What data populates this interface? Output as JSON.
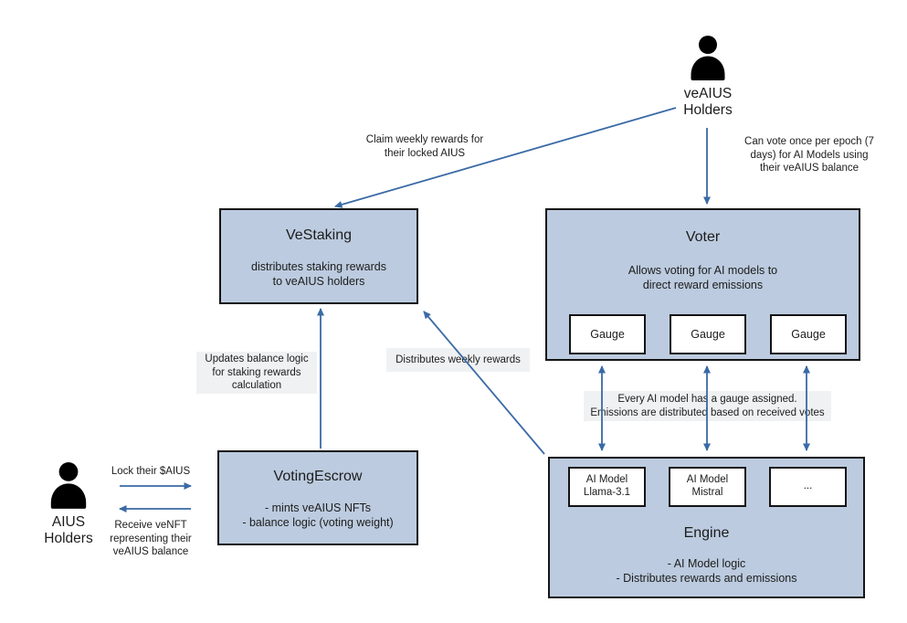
{
  "colors": {
    "box_fill": "#bccbdf",
    "box_border": "#141414",
    "arrow": "#3a6aa5",
    "label_bg": "#f0f1f3",
    "text": "#1c1c1c"
  },
  "actors": {
    "veaius_holders": {
      "label": "veAIUS\nHolders"
    },
    "aius_holders": {
      "label": "AIUS\nHolders"
    }
  },
  "boxes": {
    "vestaking": {
      "title": "VeStaking",
      "body": "distributes staking rewards\nto veAIUS holders"
    },
    "voter": {
      "title": "Voter",
      "body": "Allows voting for AI models to\ndirect reward emissions",
      "gauges": [
        "Gauge",
        "Gauge",
        "Gauge"
      ]
    },
    "votingescrow": {
      "title": "VotingEscrow",
      "body": "- mints veAIUS NFTs\n- balance logic (voting weight)"
    },
    "engine": {
      "title": "Engine",
      "body": "- AI Model logic\n- Distributes rewards and emissions",
      "models": [
        "AI Model\nLlama-3.1",
        "AI Model\nMistral",
        "..."
      ]
    }
  },
  "labels": {
    "claim_rewards": "Claim weekly rewards for\ntheir locked AIUS",
    "can_vote": "Can vote once per epoch (7\ndays)  for AI Models using\ntheir veAIUS balance",
    "updates_balance": "Updates balance logic\nfor staking rewards\ncalculation",
    "distributes_weekly": "Distributes weekly rewards",
    "gauge_assigned": "Every AI model has a gauge assigned.\nEmissions are distributed based on received votes",
    "lock_aius": "Lock their $AIUS",
    "receive_venft": "Receive veNFT\nrepresenting their\nveAIUS balance"
  }
}
